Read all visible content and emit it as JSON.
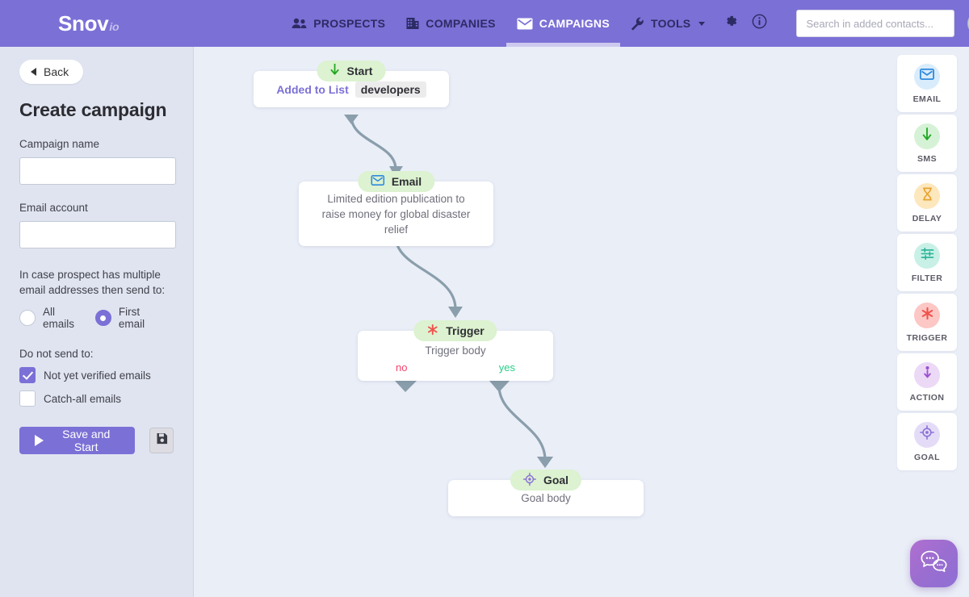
{
  "header": {
    "logo": "Snov",
    "logo_suffix": "io",
    "nav": [
      {
        "label": "PROSPECTS",
        "icon": "people-icon",
        "active": false,
        "dropdown": false
      },
      {
        "label": "COMPANIES",
        "icon": "building-icon",
        "active": false,
        "dropdown": false
      },
      {
        "label": "CAMPAIGNS",
        "icon": "envelope-icon",
        "active": true,
        "dropdown": false
      },
      {
        "label": "TOOLS",
        "icon": "wrench-icon",
        "active": false,
        "dropdown": true
      }
    ],
    "settings_icon": "gear-icon",
    "info_icon": "info-icon",
    "search_placeholder": "Search in added contacts...",
    "search_value": "",
    "avatar": "user-avatar",
    "colors": {
      "header_bg": "#7b70d6",
      "nav_text": "#2d2b64",
      "nav_active": "#ffffff"
    }
  },
  "sidebar": {
    "back_label": "Back",
    "title": "Create campaign",
    "campaign_name_label": "Campaign name",
    "campaign_name_value": "",
    "email_account_label": "Email account",
    "email_account_value": "",
    "multi_email_hint": "In case prospect has multiple email addresses then send to:",
    "radios": [
      {
        "label": "All emails",
        "selected": false
      },
      {
        "label": "First email",
        "selected": true
      }
    ],
    "do_not_send_label": "Do not send to:",
    "checkboxes": [
      {
        "label": "Not yet verified emails",
        "checked": true
      },
      {
        "label": "Catch-all emails",
        "checked": false
      }
    ],
    "save_start_label": "Save and Start",
    "save_icon": "floppy-disk-icon"
  },
  "flow": {
    "nodes": [
      {
        "id": "start",
        "chip_label": "Start",
        "chip_icon": "arrow-down-icon",
        "body_prefix": "Added to List",
        "body_badge": "developers"
      },
      {
        "id": "email",
        "chip_label": "Email",
        "chip_icon": "envelope-icon",
        "body": "Limited edition publication to raise money for global disaster relief"
      },
      {
        "id": "trigger",
        "chip_label": "Trigger",
        "chip_icon": "asterisk-icon",
        "body": "Trigger body",
        "branch_no": "no",
        "branch_yes": "yes"
      },
      {
        "id": "goal",
        "chip_label": "Goal",
        "chip_icon": "target-icon",
        "body": "Goal body"
      }
    ],
    "colors": {
      "chip_bg": "#dcf2d0",
      "edge": "#8a9eab",
      "no": "#f4436c",
      "yes": "#25d08a"
    }
  },
  "palette": {
    "items": [
      {
        "label": "EMAIL",
        "icon": "envelope-icon",
        "bg": "#d9ecfb",
        "fg": "#2f8ade"
      },
      {
        "label": "SMS",
        "icon": "arrow-down-icon",
        "bg": "#d6f2d6",
        "fg": "#22a822"
      },
      {
        "label": "DELAY",
        "icon": "hourglass-icon",
        "bg": "#fde7bc",
        "fg": "#e8a331"
      },
      {
        "label": "FILTER",
        "icon": "sliders-icon",
        "bg": "#c9f0e6",
        "fg": "#27b396"
      },
      {
        "label": "TRIGGER",
        "icon": "asterisk-icon",
        "bg": "#fcc7c4",
        "fg": "#f0524c"
      },
      {
        "label": "ACTION",
        "icon": "action-icon",
        "bg": "#ecd9f6",
        "fg": "#9d4fd0"
      },
      {
        "label": "GOAL",
        "icon": "target-icon",
        "bg": "#e4dcf7",
        "fg": "#8b72d6"
      }
    ]
  },
  "chat": {
    "icon": "chat-bubbles-icon"
  }
}
